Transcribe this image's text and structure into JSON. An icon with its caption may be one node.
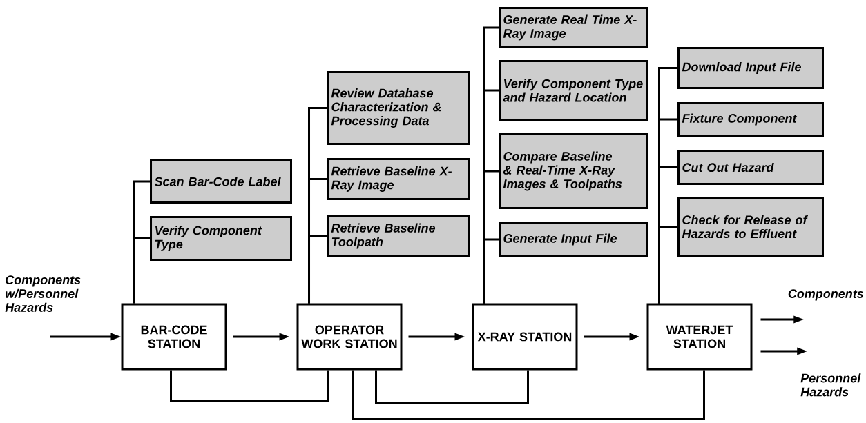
{
  "diagram": {
    "nodes": [
      {
        "text": [
          "Components w/Personnel Hazards"
        ]
      },
      {
        "text": [
          "BAR-CODE STATION"
        ]
      },
      {
        "text": [
          "OPERATOR WORK STATION"
        ]
      },
      {
        "text": [
          "X-RAY STATION"
        ]
      },
      {
        "text": [
          "WATERJET STATION"
        ]
      },
      {
        "text": [
          "Components"
        ]
      },
      {
        "text": [
          "Personnel Hazards"
        ]
      },
      {
        "text": [
          "Scan Bar-Code Label"
        ]
      },
      {
        "text": [
          "Verify Component Type"
        ]
      },
      {
        "text": [
          "Review Database Characterization & Processing Data"
        ]
      },
      {
        "text": [
          "Retrieve Baseline X-Ray Image"
        ]
      },
      {
        "text": [
          "Retrieve Baseline Toolpath"
        ]
      },
      {
        "text": [
          "Generate Real Time X-Ray Image"
        ]
      },
      {
        "text": [
          "Verify Component Type and Hazard Location"
        ]
      },
      {
        "text": [
          "Compare Baseline & Real-Time X-Ray Images & Toolpaths"
        ]
      },
      {
        "text": [
          "Generate Input File"
        ]
      },
      {
        "text": [
          "Download Input File"
        ]
      },
      {
        "text": [
          "Fixture Component"
        ]
      },
      {
        "text": [
          "Cut Out Hazard"
        ]
      },
      {
        "text": [
          "Check for Release of Hazards to Effluent"
        ]
      }
    ],
    "edges": [
      {
        "from": 0,
        "to": 1,
        "arrow": "to"
      },
      {
        "from": 1,
        "to": 2,
        "arrow": "to"
      },
      {
        "from": 2,
        "to": 3,
        "arrow": "to"
      },
      {
        "from": 3,
        "to": 4,
        "arrow": "to"
      },
      {
        "from": 4,
        "to": 5,
        "arrow": "to"
      },
      {
        "from": 4,
        "to": 6,
        "arrow": "to"
      },
      {
        "from": 1,
        "to": 7,
        "arrow": "none"
      },
      {
        "from": 1,
        "to": 8,
        "arrow": "none"
      },
      {
        "from": 2,
        "to": 9,
        "arrow": "none"
      },
      {
        "from": 2,
        "to": 10,
        "arrow": "none"
      },
      {
        "from": 2,
        "to": 11,
        "arrow": "none"
      },
      {
        "from": 3,
        "to": 12,
        "arrow": "none"
      },
      {
        "from": 3,
        "to": 13,
        "arrow": "none"
      },
      {
        "from": 3,
        "to": 14,
        "arrow": "none"
      },
      {
        "from": 3,
        "to": 15,
        "arrow": "none"
      },
      {
        "from": 4,
        "to": 16,
        "arrow": "none"
      },
      {
        "from": 4,
        "to": 17,
        "arrow": "none"
      },
      {
        "from": 4,
        "to": 18,
        "arrow": "none"
      },
      {
        "from": 4,
        "to": 19,
        "arrow": "none"
      },
      {
        "from": 1,
        "to": 2,
        "arrow": "none"
      },
      {
        "from": 2,
        "to": 3,
        "arrow": "none"
      },
      {
        "from": 2,
        "to": 4,
        "arrow": "none"
      }
    ]
  }
}
